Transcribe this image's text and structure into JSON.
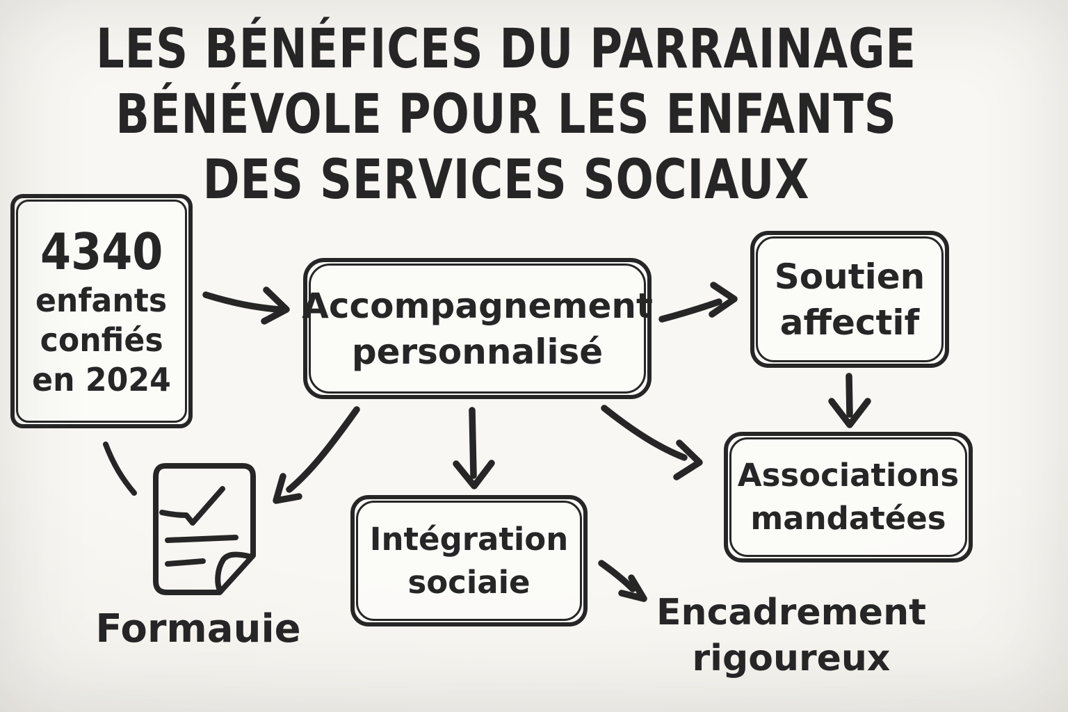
{
  "canvas": {
    "background": "#f5f3ef",
    "ink": "#262626"
  },
  "title": {
    "lines": [
      "LES BÉNÉFICES DU PARRAINAGE",
      "BÉNÉVOLE POUR LES ENFANTS",
      "DES SERVICES SOCIAUX"
    ]
  },
  "nodes": {
    "stat": {
      "lines": [
        "4340",
        "enfants",
        "confiés",
        "en 2024"
      ]
    },
    "accompagnement": {
      "lines": [
        "Accompagnement",
        "personnalisé"
      ]
    },
    "soutien": {
      "lines": [
        "Soutien",
        "affectif"
      ]
    },
    "associations": {
      "lines": [
        "Associations",
        "mandatées"
      ]
    },
    "integration": {
      "lines": [
        "Intégration",
        "sociaie"
      ]
    },
    "formulaire": {
      "label": "Formauie",
      "icon": "document-checklist-icon"
    },
    "encadrement": {
      "lines": [
        "Encadrement",
        "rigoureux"
      ]
    }
  },
  "connections": [
    {
      "from": "stat",
      "to": "accompagnement"
    },
    {
      "from": "accompagnement",
      "to": "soutien"
    },
    {
      "from": "soutien",
      "to": "associations"
    },
    {
      "from": "accompagnement",
      "to": "associations"
    },
    {
      "from": "accompagnement",
      "to": "integration"
    },
    {
      "from": "accompagnement",
      "to": "formulaire"
    },
    {
      "from": "stat",
      "to": "formulaire"
    },
    {
      "from": "integration",
      "to": "encadrement"
    }
  ]
}
